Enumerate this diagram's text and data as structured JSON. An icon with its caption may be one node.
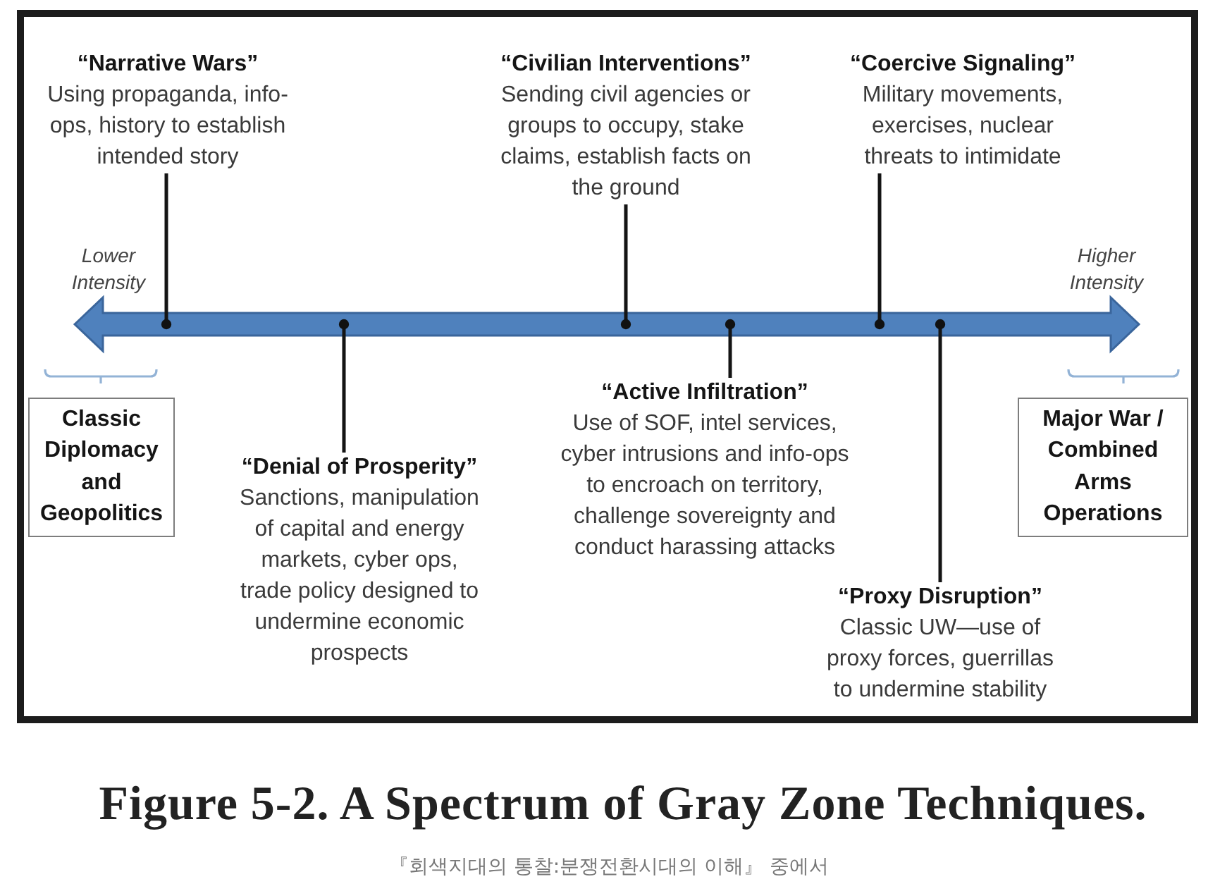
{
  "diagram": {
    "title": "Figure 5-2. A Spectrum of Gray Zone Techniques.",
    "caption": "『회색지대의 통찰:분쟁전환시대의 이해』 중에서",
    "nodes": [
      {
        "text": [
          "“Narrative Wars”",
          "Using propaganda, info-ops, history to establish intended story"
        ]
      },
      {
        "text": [
          "“Civilian Interventions”",
          "Sending civil agencies or groups to occupy, stake claims, establish facts on the ground"
        ]
      },
      {
        "text": [
          "“Coercive Signaling”",
          "Military movements, exercises, nuclear threats to intimidate"
        ]
      },
      {
        "text": [],
        "shape": "arrow",
        "beside": [
          "Lower Intensity",
          "Higher Intensity"
        ]
      },
      {
        "text": [
          "Classic Diplomacy and Geopolitics"
        ]
      },
      {
        "text": [
          "“Denial of Prosperity”",
          "Sanctions, manipulation of capital and energy markets, cyber ops, trade policy designed to undermine economic prospects"
        ]
      },
      {
        "text": [
          "“Active Infiltration”",
          "Use of SOF, intel services, cyber intrusions and info-ops to encroach on territory, challenge sovereignty and conduct harassing attacks"
        ]
      },
      {
        "text": [
          "Major War / Combined Arms Operations"
        ]
      },
      {
        "text": [
          "“Proxy Disruption”",
          "Classic UW—use of proxy forces, guerrillas to undermine stability"
        ]
      }
    ],
    "edges": [
      {
        "from": 0,
        "to": 3,
        "arrow": "other"
      },
      {
        "from": 1,
        "to": 3,
        "arrow": "other"
      },
      {
        "from": 2,
        "to": 3,
        "arrow": "other"
      },
      {
        "from": 5,
        "to": 3,
        "arrow": "other"
      },
      {
        "from": 6,
        "to": 3,
        "arrow": "other"
      },
      {
        "from": 8,
        "to": 3,
        "arrow": "other"
      }
    ]
  }
}
